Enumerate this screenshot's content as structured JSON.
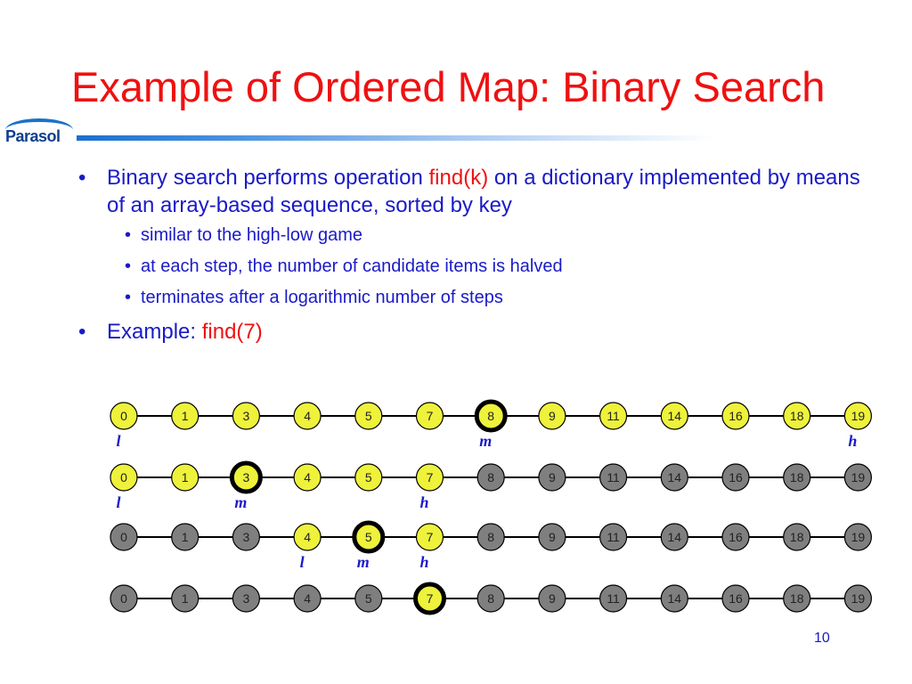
{
  "title": "Example of Ordered Map: Binary Search",
  "logo_text": "Parasol",
  "bullets": {
    "b1_text_before": "Binary search performs operation ",
    "b1_highlight": "find(k)",
    "b1_text_after": " on a dictionary implemented by means of an array-based sequence, sorted by key",
    "sub": [
      "similar to the high-low game",
      "at each step, the number of candidate items is halved",
      "terminates after a logarithmic number of steps"
    ],
    "b2_text": "Example: ",
    "b2_highlight": "find(7)"
  },
  "sequence": {
    "keys": [
      "0",
      "1",
      "3",
      "4",
      "5",
      "7",
      "8",
      "9",
      "11",
      "14",
      "16",
      "18",
      "19"
    ],
    "steps": [
      {
        "active": [
          true,
          true,
          true,
          true,
          true,
          true,
          true,
          true,
          true,
          true,
          true,
          true,
          true
        ],
        "highlight": 6,
        "labels": [
          {
            "index": 0,
            "text": "l"
          },
          {
            "index": 6,
            "text": "m"
          },
          {
            "index": 12,
            "text": "h"
          }
        ]
      },
      {
        "active": [
          true,
          true,
          true,
          true,
          true,
          true,
          false,
          false,
          false,
          false,
          false,
          false,
          false
        ],
        "highlight": 2,
        "labels": [
          {
            "index": 0,
            "text": "l"
          },
          {
            "index": 2,
            "text": "m"
          },
          {
            "index": 5,
            "text": "h"
          }
        ]
      },
      {
        "active": [
          false,
          false,
          false,
          true,
          true,
          true,
          false,
          false,
          false,
          false,
          false,
          false,
          false
        ],
        "highlight": 4,
        "labels": [
          {
            "index": 3,
            "text": "l"
          },
          {
            "index": 4,
            "text": "m"
          },
          {
            "index": 5,
            "text": "h"
          }
        ]
      },
      {
        "active": [
          false,
          false,
          false,
          false,
          false,
          true,
          false,
          false,
          false,
          false,
          false,
          false,
          false
        ],
        "highlight": 5,
        "labels": []
      }
    ],
    "colors": {
      "active": "#eef23a",
      "inactive": "#7f7f7f",
      "pointer": "#1a1ac8",
      "line": "#000000"
    }
  },
  "page_number": "10"
}
